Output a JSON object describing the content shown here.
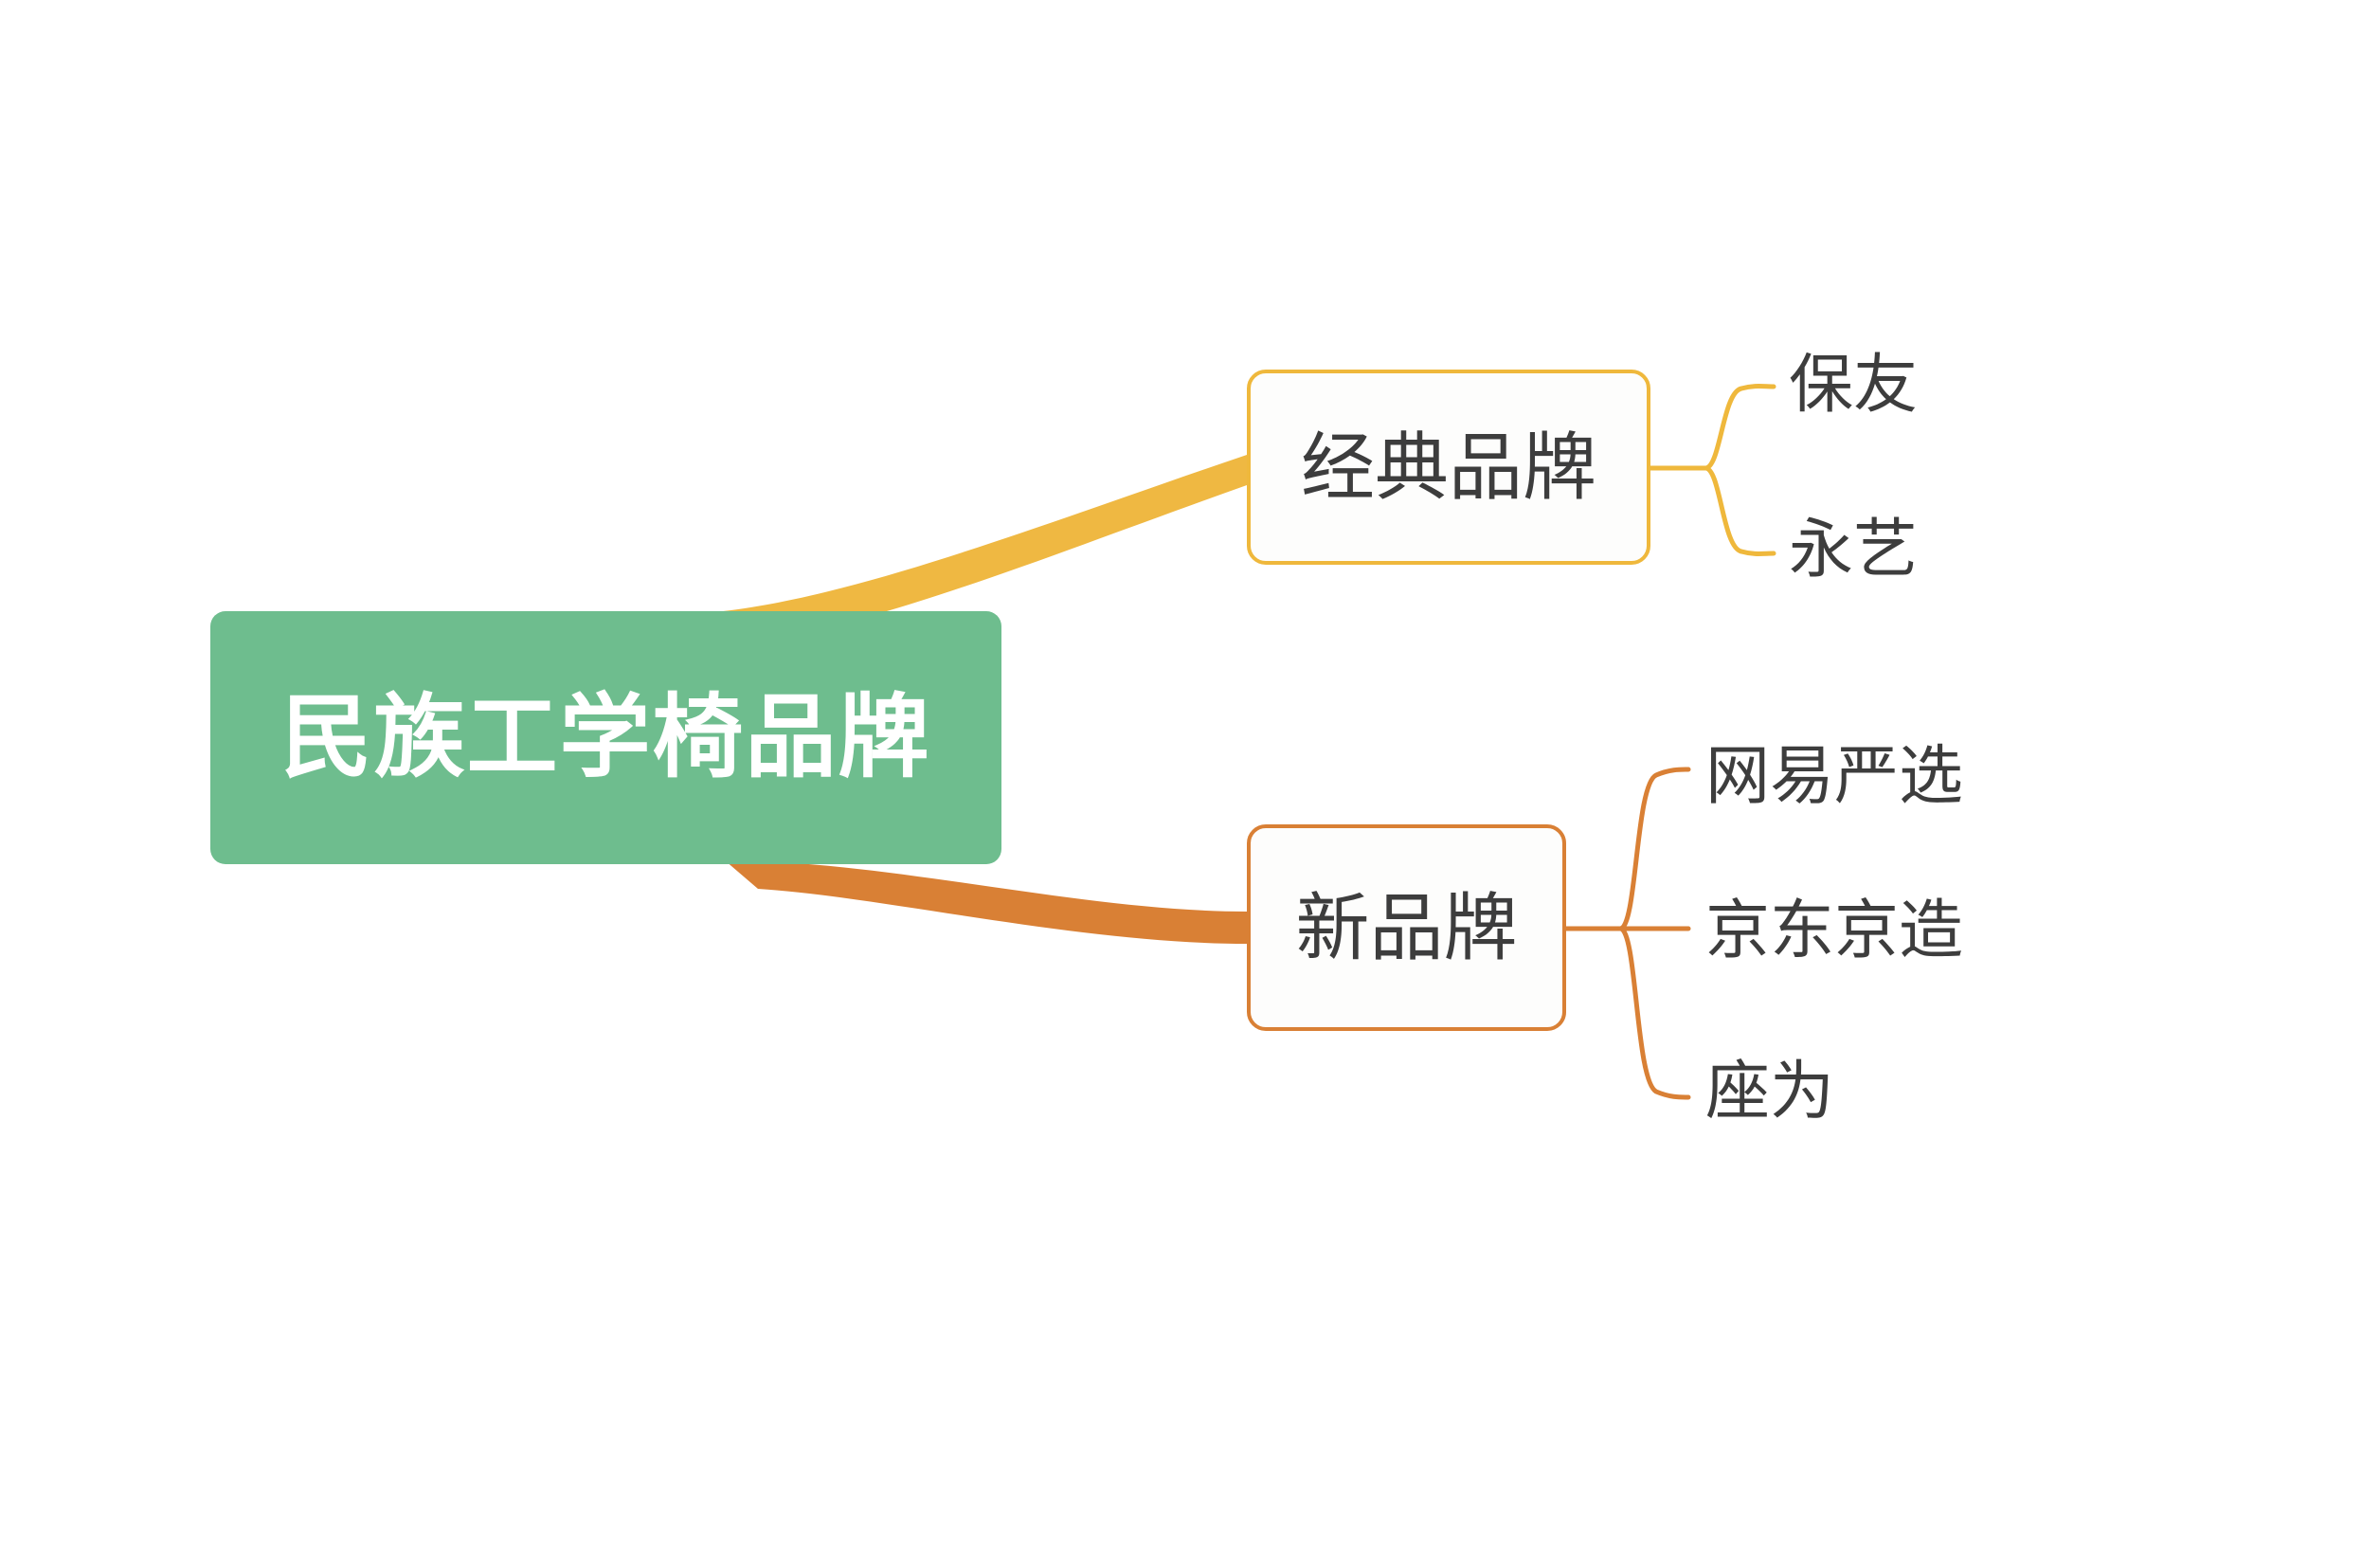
{
  "diagram": {
    "type": "mind-map",
    "background_color": "#ffffff",
    "root": {
      "label": "民族工学椅品牌",
      "fill_color": "#6EBD8E",
      "text_color": "#ffffff"
    },
    "branches": [
      {
        "id": "classic",
        "label": "经典品牌",
        "border_color": "#EFB83C",
        "fill_color": "#fdfdfc",
        "text_color": "#3d3d3d",
        "leaves": [
          {
            "id": "baoyou",
            "label": "保友"
          },
          {
            "id": "yongyi",
            "label": "永艺"
          }
        ]
      },
      {
        "id": "new",
        "label": "新品牌",
        "border_color": "#D98035",
        "fill_color": "#fdfdfc",
        "text_color": "#3d3d3d",
        "leaves": [
          {
            "id": "wangyi",
            "label": "网易严选"
          },
          {
            "id": "jingdong",
            "label": "京东京造"
          },
          {
            "id": "zuowei",
            "label": "座为"
          }
        ]
      }
    ],
    "leaf_text_color": "#3d3d3d"
  }
}
